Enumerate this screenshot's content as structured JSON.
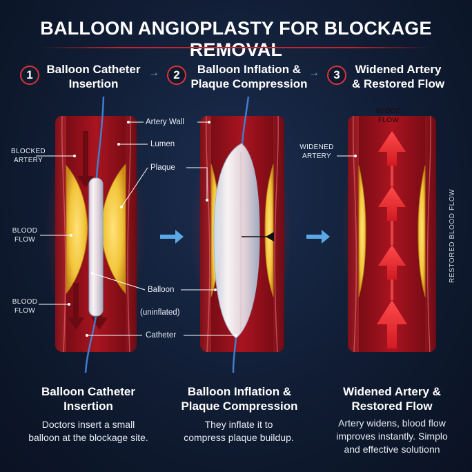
{
  "title": "BALLOON ANGIOPLASTY FOR BLOCKAGE REMOVAL",
  "steps": [
    {
      "number": "1",
      "title_line1": "Balloon Catheter",
      "title_line2": "Insertion"
    },
    {
      "number": "2",
      "title_line1": "Balloon Inflation &",
      "title_line2": "Plaque Compression"
    },
    {
      "number": "3",
      "title_line1": "Widened Artery",
      "title_line2": "& Restored Flow"
    }
  ],
  "labels": {
    "artery_wall": "Artery Wall",
    "lumen": "Lumen",
    "plaque": "Plaque",
    "balloon": "Balloon",
    "uninflated": "(uninflated)",
    "catheter": "Catheter",
    "blocked_artery_line1": "BLOCKED",
    "blocked_artery_line2": "ARTERY",
    "blood_flow_line1": "BLOOD",
    "blood_flow_line2": "FLOW",
    "widened_artery_line1": "WIDENED",
    "widened_artery_line2": "ARTERY",
    "restored_blood_flow": "RESTORED BLOOD FLOW"
  },
  "captions": [
    {
      "title_line1": "Balloon Catheter",
      "title_line2": "Insertion",
      "desc_line1": "Doctors insert a small",
      "desc_line2": "balloon at the blockage site."
    },
    {
      "title_line1": "Balloon Inflation &",
      "title_line2": "Plaque Compression",
      "desc_line1": "They inflate it to",
      "desc_line2": "compress plaque buildup."
    },
    {
      "title_line1": "Widened Artery &",
      "title_line2": "Restored Flow",
      "desc_line1": "Artery widens, blood flow",
      "desc_line2": "improves instantly. Simplo",
      "desc_line3": "and effective solutionn"
    }
  ],
  "colors": {
    "background": "#101c33",
    "artery_red": "#c8232e",
    "plaque_yellow": "#f2c53a",
    "arrow_blue": "#5aa9e6",
    "catheter_blue": "#3f7fcf"
  },
  "icons": [
    "right-arrow-icon"
  ]
}
